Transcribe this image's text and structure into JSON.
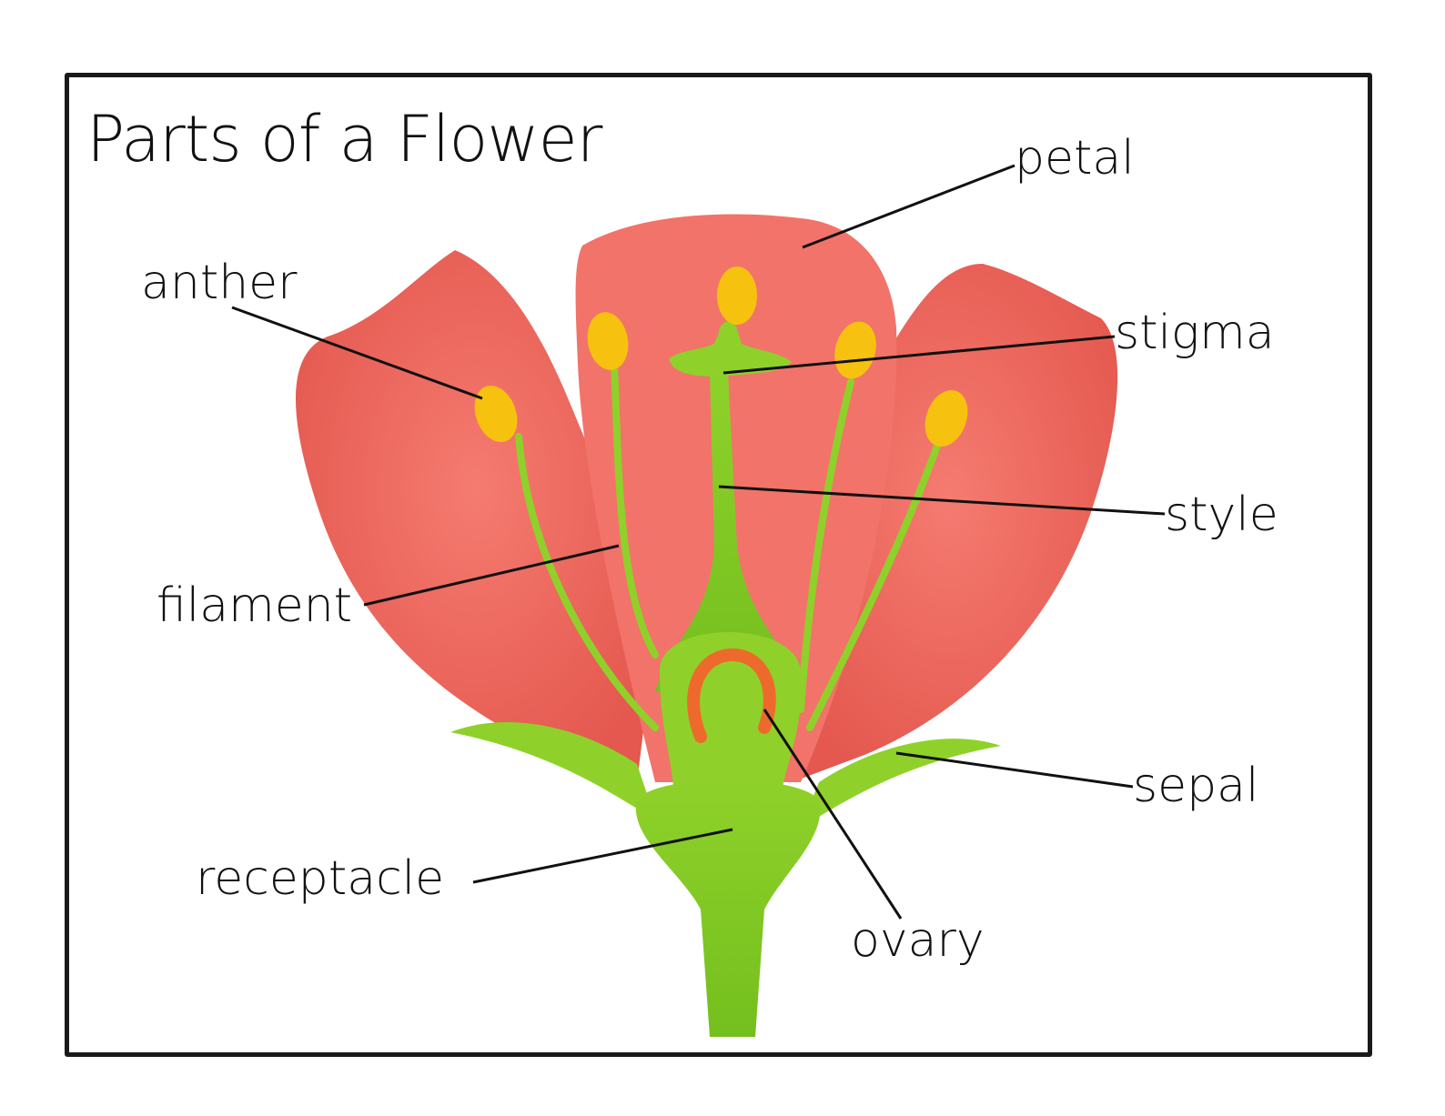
{
  "title": "Parts of a Flower",
  "labels": {
    "petal": "petal",
    "anther": "anther",
    "stigma": "stigma",
    "style": "style",
    "filament": "filament",
    "sepal": "sepal",
    "receptacle": "receptacle",
    "ovary": "ovary"
  },
  "colors": {
    "petal": "#f2766b",
    "petal_shadow": "#e0584f",
    "green": "#8fd12a",
    "green_dark": "#6fb81a",
    "anther": "#f7c20f",
    "ovary_ring": "#ee6a2c",
    "line": "#111111"
  }
}
